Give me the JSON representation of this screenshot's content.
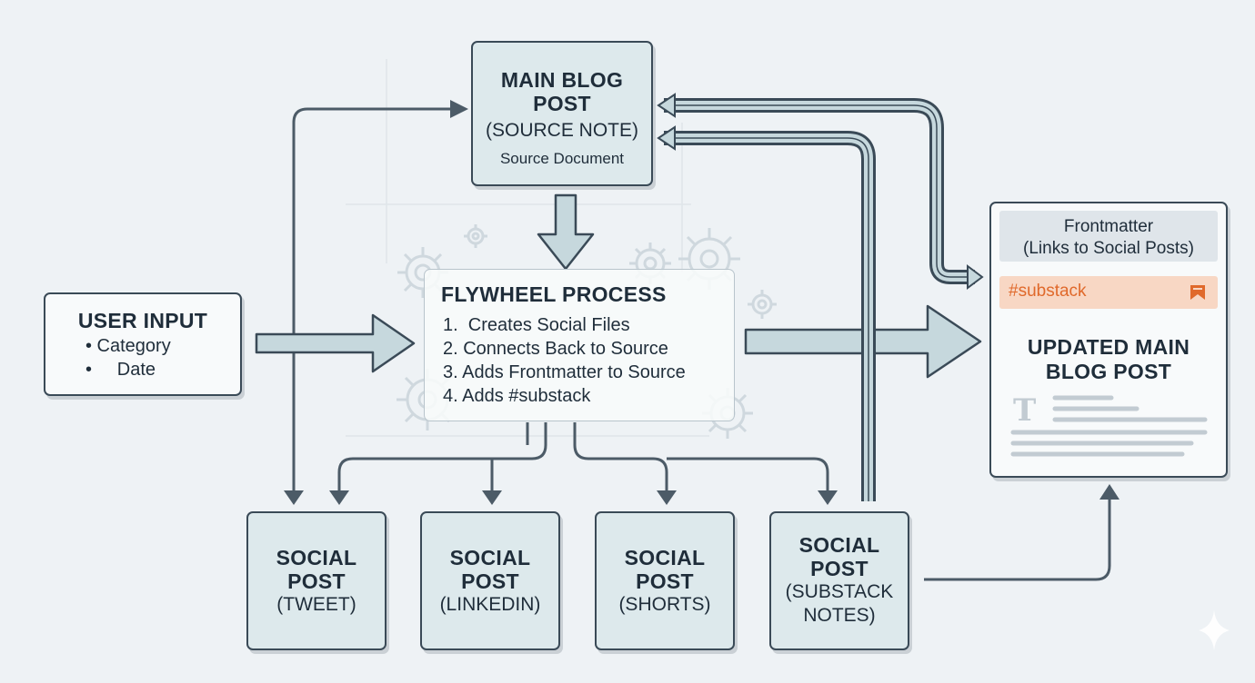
{
  "main_blog_post": {
    "title_line1": "MAIN BLOG",
    "title_line2": "POST",
    "subtitle": "(SOURCE NOTE)",
    "caption": "Source Document"
  },
  "user_input": {
    "title": "USER INPUT",
    "items": [
      "• Category",
      "•     Date"
    ]
  },
  "flywheel": {
    "title": "FLYWHEEL PROCESS",
    "steps": [
      "1.  Creates Social Files",
      "2. Connects Back to Source",
      "3. Adds Frontmatter to Source",
      "4. Adds #substack"
    ]
  },
  "updated_post": {
    "frontmatter_line1": "Frontmatter",
    "frontmatter_line2": "(Links to Social Posts)",
    "tag": "#substack",
    "title_line1": "UPDATED MAIN",
    "title_line2": "BLOG POST",
    "doc_icon_letter": "T"
  },
  "social_posts": [
    {
      "line1": "SOCIAL",
      "line2": "POST",
      "line3": "(TWEET)",
      "line4": ""
    },
    {
      "line1": "SOCIAL",
      "line2": "POST",
      "line3": "(LINKEDIN)",
      "line4": ""
    },
    {
      "line1": "SOCIAL",
      "line2": "POST",
      "line3": "(SHORTS)",
      "line4": ""
    },
    {
      "line1": "SOCIAL",
      "line2": "POST",
      "line3": "(SUBSTACK",
      "line4": "NOTES)"
    }
  ],
  "colors": {
    "background": "#eef2f5",
    "box_teal": "#dde9ec",
    "outline": "#3a4a57",
    "arrow_fill": "#c6d8dd",
    "tag_bg": "#f8d7c4",
    "tag_text": "#e0692b"
  },
  "icons": [
    "gear-icon",
    "bookmark-icon",
    "sparkle-icon",
    "document-lines-icon"
  ]
}
